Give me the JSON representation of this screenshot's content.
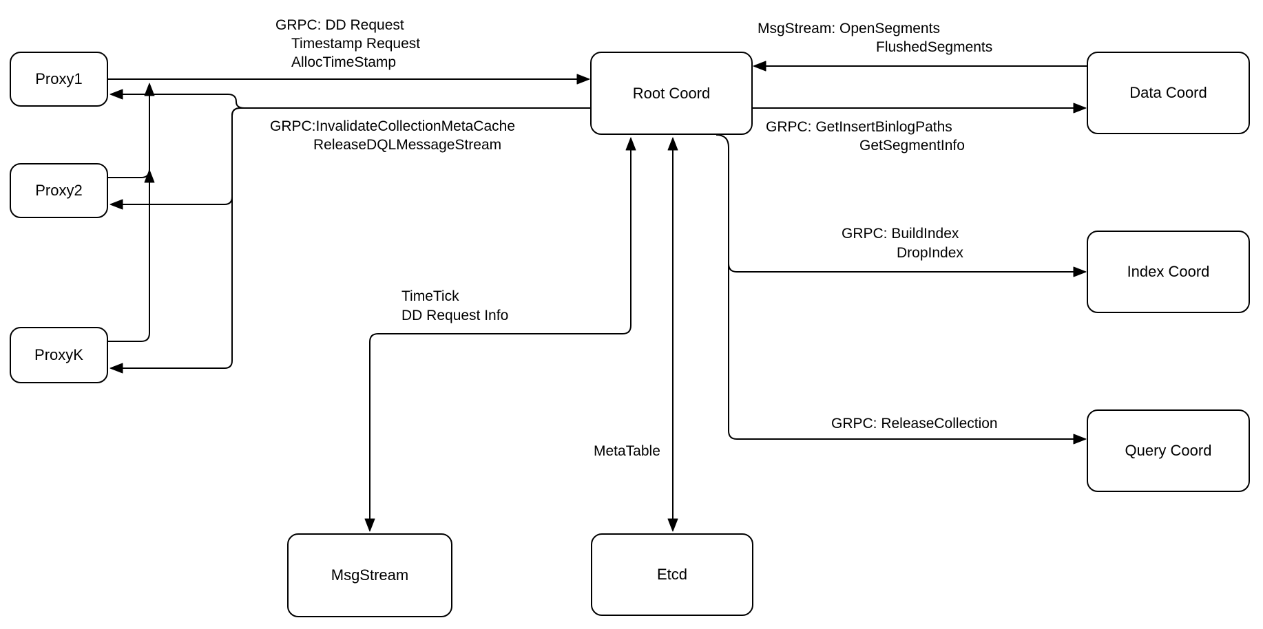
{
  "diagram": {
    "colors": {
      "background": "#ffffff",
      "box_fill": "#ffffff",
      "box_border": "#000000",
      "line": "#000000",
      "text": "#000000"
    },
    "nodes": [
      {
        "id": "proxy1",
        "label": "Proxy1"
      },
      {
        "id": "proxy2",
        "label": "Proxy2"
      },
      {
        "id": "proxyk",
        "label": "ProxyK"
      },
      {
        "id": "root-coord",
        "label": "Root Coord"
      },
      {
        "id": "data-coord",
        "label": "Data Coord"
      },
      {
        "id": "index-coord",
        "label": "Index Coord"
      },
      {
        "id": "query-coord",
        "label": "Query Coord"
      },
      {
        "id": "msgstream",
        "label": "MsgStream"
      },
      {
        "id": "etcd",
        "label": "Etcd"
      }
    ],
    "edge_labels": [
      {
        "id": "proxies-to-root",
        "lines": [
          "GRPC: DD Request",
          "Timestamp Request",
          "AllocTimeStamp"
        ]
      },
      {
        "id": "root-to-proxies",
        "lines": [
          "GRPC:InvalidateCollectionMetaCache",
          "ReleaseDQLMessageStream"
        ]
      },
      {
        "id": "datacoord-to-root",
        "lines": [
          "MsgStream: OpenSegments",
          "FlushedSegments"
        ]
      },
      {
        "id": "root-to-datacoord",
        "lines": [
          "GRPC: GetInsertBinlogPaths",
          "GetSegmentInfo"
        ]
      },
      {
        "id": "root-to-indexcoord",
        "lines": [
          "GRPC: BuildIndex",
          "DropIndex"
        ]
      },
      {
        "id": "root-to-querycoord",
        "lines": [
          "GRPC: ReleaseCollection"
        ]
      },
      {
        "id": "root-to-msgstream",
        "lines": [
          "TimeTick",
          "DD Request Info"
        ]
      },
      {
        "id": "root-to-etcd",
        "lines": [
          "MetaTable"
        ]
      }
    ],
    "edges": [
      {
        "from": "Proxy1",
        "to": "Root Coord",
        "label": "GRPC: DD Request / Timestamp Request / AllocTimeStamp",
        "direction": "one-way"
      },
      {
        "from": "Proxy2",
        "to": "Root Coord",
        "label": "",
        "direction": "one-way"
      },
      {
        "from": "ProxyK",
        "to": "Root Coord",
        "label": "",
        "direction": "one-way"
      },
      {
        "from": "Root Coord",
        "to": "Proxy1",
        "label": "GRPC:InvalidateCollectionMetaCache / ReleaseDQLMessageStream",
        "direction": "one-way"
      },
      {
        "from": "Root Coord",
        "to": "Proxy2",
        "label": "",
        "direction": "one-way"
      },
      {
        "from": "Root Coord",
        "to": "ProxyK",
        "label": "",
        "direction": "one-way"
      },
      {
        "from": "Data Coord",
        "to": "Root Coord",
        "label": "MsgStream: OpenSegments / FlushedSegments",
        "direction": "one-way"
      },
      {
        "from": "Root Coord",
        "to": "Data Coord",
        "label": "GRPC: GetInsertBinlogPaths / GetSegmentInfo",
        "direction": "one-way"
      },
      {
        "from": "Root Coord",
        "to": "Index Coord",
        "label": "GRPC: BuildIndex / DropIndex",
        "direction": "one-way"
      },
      {
        "from": "Root Coord",
        "to": "Query Coord",
        "label": "GRPC: ReleaseCollection",
        "direction": "one-way"
      },
      {
        "from": "Root Coord",
        "to": "MsgStream",
        "label": "TimeTick / DD Request Info",
        "direction": "two-way"
      },
      {
        "from": "Root Coord",
        "to": "Etcd",
        "label": "MetaTable",
        "direction": "two-way"
      }
    ]
  }
}
